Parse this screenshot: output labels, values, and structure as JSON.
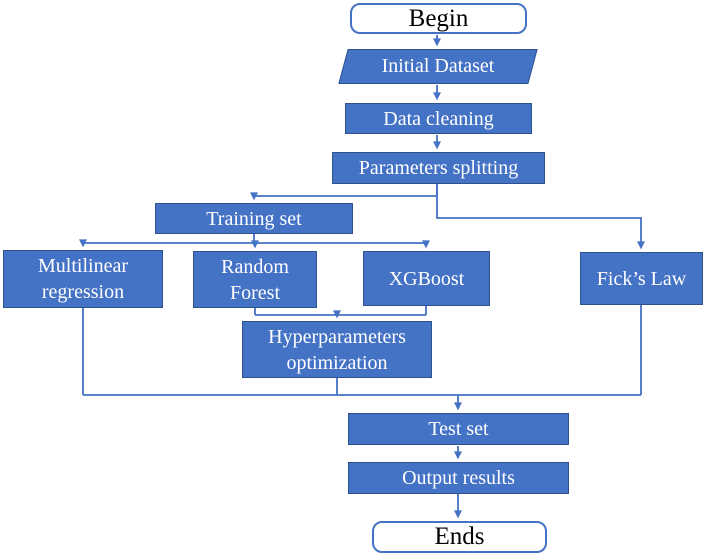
{
  "figure": {
    "type": "flowchart",
    "nodes": {
      "begin": {
        "label": "Begin",
        "shape": "terminal"
      },
      "initial_dataset": {
        "label": "Initial Dataset",
        "shape": "parallelogram"
      },
      "data_cleaning": {
        "label": "Data cleaning",
        "shape": "process"
      },
      "parameters_splitting": {
        "label": "Parameters splitting",
        "shape": "process"
      },
      "training_set": {
        "label": "Training set",
        "shape": "process"
      },
      "multilinear_regression": {
        "label": "Multilinear regression",
        "shape": "process"
      },
      "random_forest": {
        "label": "Random Forest",
        "shape": "process"
      },
      "xgboost": {
        "label": "XGBoost",
        "shape": "process"
      },
      "ficks_law": {
        "label": "Fick’s Law",
        "shape": "process"
      },
      "hyperparameters_optimization": {
        "label": "Hyperparameters optimization",
        "shape": "process"
      },
      "test_set": {
        "label": "Test set",
        "shape": "process"
      },
      "output_results": {
        "label": "Output results",
        "shape": "process"
      },
      "ends": {
        "label": "Ends",
        "shape": "terminal"
      }
    },
    "edges": [
      {
        "from": "begin",
        "to": "initial_dataset"
      },
      {
        "from": "initial_dataset",
        "to": "data_cleaning"
      },
      {
        "from": "data_cleaning",
        "to": "parameters_splitting"
      },
      {
        "from": "parameters_splitting",
        "to": "training_set"
      },
      {
        "from": "parameters_splitting",
        "to": "ficks_law"
      },
      {
        "from": "training_set",
        "to": "multilinear_regression"
      },
      {
        "from": "training_set",
        "to": "random_forest"
      },
      {
        "from": "training_set",
        "to": "xgboost"
      },
      {
        "from": "random_forest",
        "to": "hyperparameters_optimization"
      },
      {
        "from": "xgboost",
        "to": "hyperparameters_optimization"
      },
      {
        "from": "multilinear_regression",
        "to": "test_set"
      },
      {
        "from": "hyperparameters_optimization",
        "to": "test_set"
      },
      {
        "from": "ficks_law",
        "to": "test_set"
      },
      {
        "from": "test_set",
        "to": "output_results"
      },
      {
        "from": "output_results",
        "to": "ends"
      }
    ],
    "colors": {
      "process_fill": "#4472C4",
      "process_border": "#2F528F",
      "process_text": "#FFFFFF",
      "terminal_fill": "#FFFFFF",
      "terminal_border": "#4472C4",
      "terminal_text": "#000000",
      "connector": "#4472C4",
      "background": "#FFFFFF"
    }
  }
}
